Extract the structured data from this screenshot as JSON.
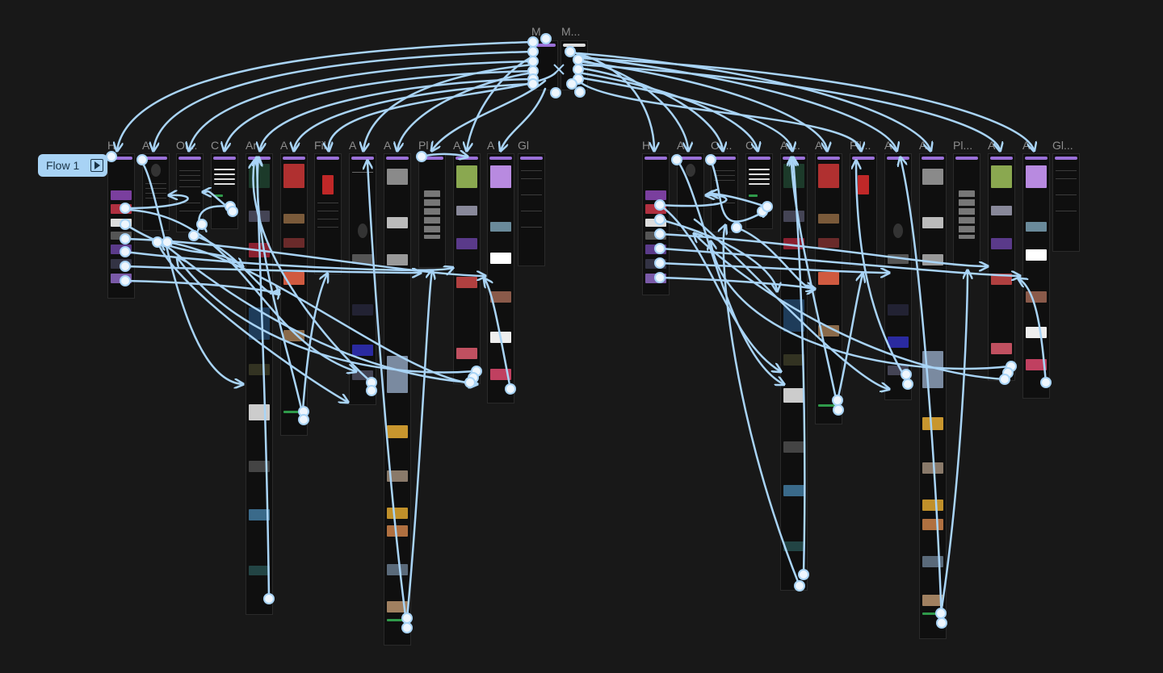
{
  "colors": {
    "background": "#181818",
    "connector": "#a9d4f6",
    "accent": "#9a70d8",
    "badge": "#a8d3f5"
  },
  "flow_badge": {
    "label": "Flow 1",
    "icon": "play-frame-icon"
  },
  "top_labels": [
    "M...",
    "M..."
  ],
  "left_group_labels": [
    "H",
    "A",
    "Ot...",
    "C",
    "Ar",
    "A",
    "Fil",
    "A",
    "A",
    "Pl",
    "A",
    "A",
    "Gl"
  ],
  "right_group_labels": [
    "H",
    "A",
    "Ot...",
    "C",
    "Ar...",
    "A",
    "Fil...",
    "A",
    "A",
    "Pl...",
    "A",
    "A",
    "Gl..."
  ]
}
